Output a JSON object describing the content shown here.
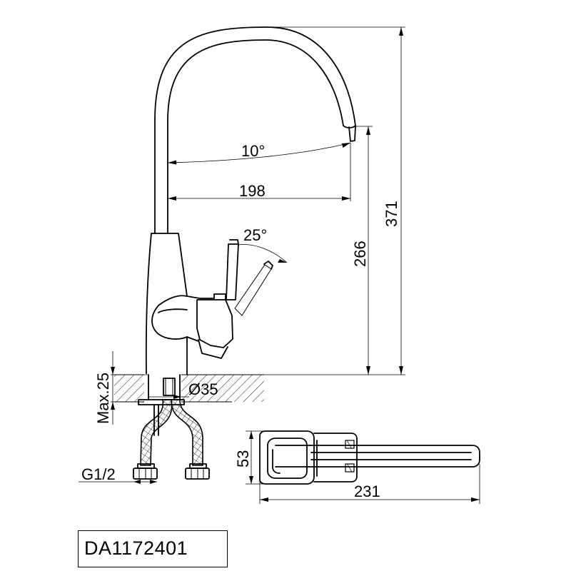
{
  "dimensions": {
    "spout_angle": "10°",
    "spout_reach": "198",
    "total_height": "371",
    "spout_height": "266",
    "handle_angle": "25°",
    "max_thickness": "Max.25",
    "hole_diameter": "Ø35",
    "thread": "G1/2",
    "top_depth": "53",
    "top_length": "231"
  },
  "model_code": "DA1172401"
}
